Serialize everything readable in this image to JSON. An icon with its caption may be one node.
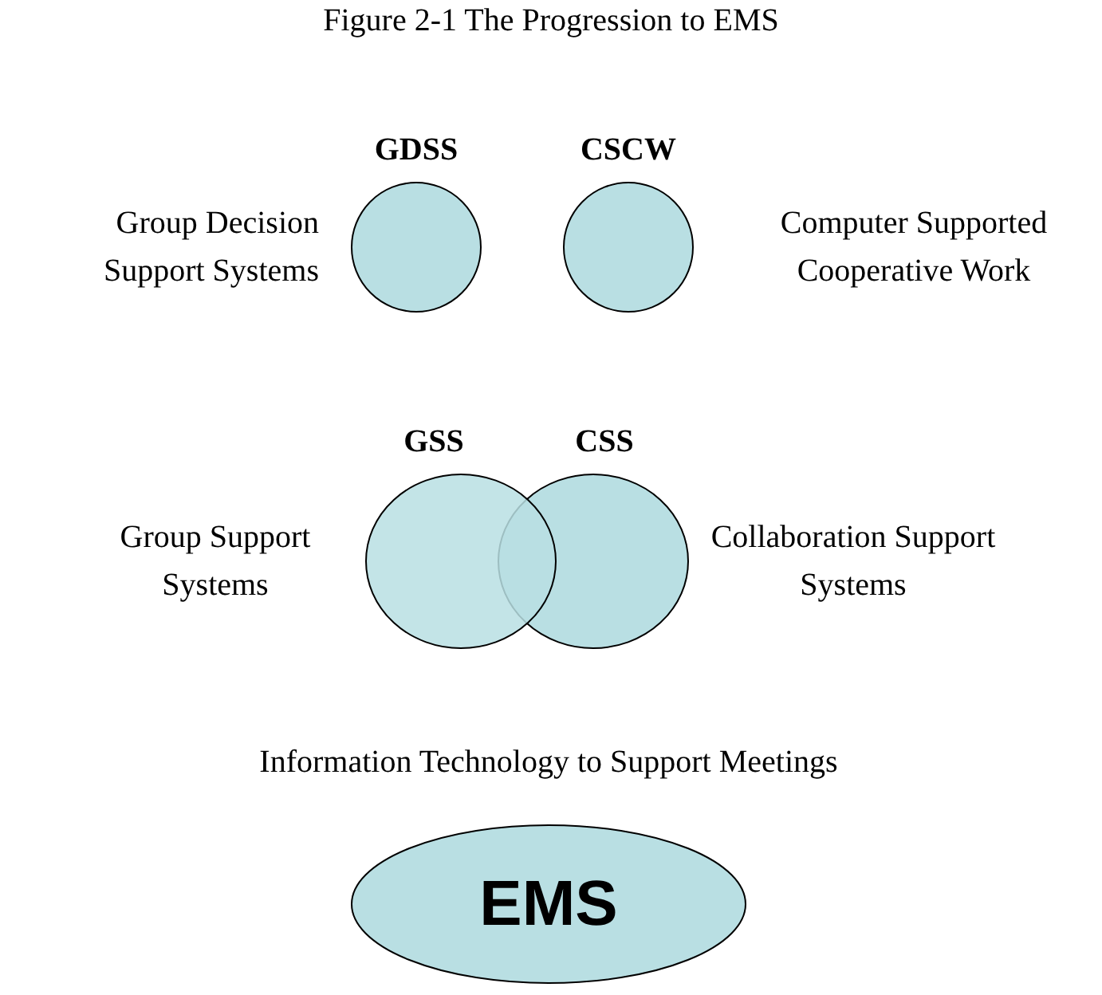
{
  "diagram": {
    "title": "Figure 2-1 The Progression to EMS",
    "nodes": [
      {
        "text": [
          "GDSS"
        ],
        "beside": [
          "Group Decision Support Systems"
        ]
      },
      {
        "text": [
          "CSCW"
        ],
        "beside": [
          "Computer Supported Cooperative Work"
        ]
      },
      {
        "text": [
          "GSS"
        ],
        "beside": [
          "Group Support Systems"
        ]
      },
      {
        "text": [
          "CSS"
        ],
        "beside": [
          "Collaboration Support Systems"
        ]
      },
      {
        "text": [
          "EMS"
        ],
        "beside": [
          "Information Technology to Support Meetings"
        ]
      }
    ]
  }
}
